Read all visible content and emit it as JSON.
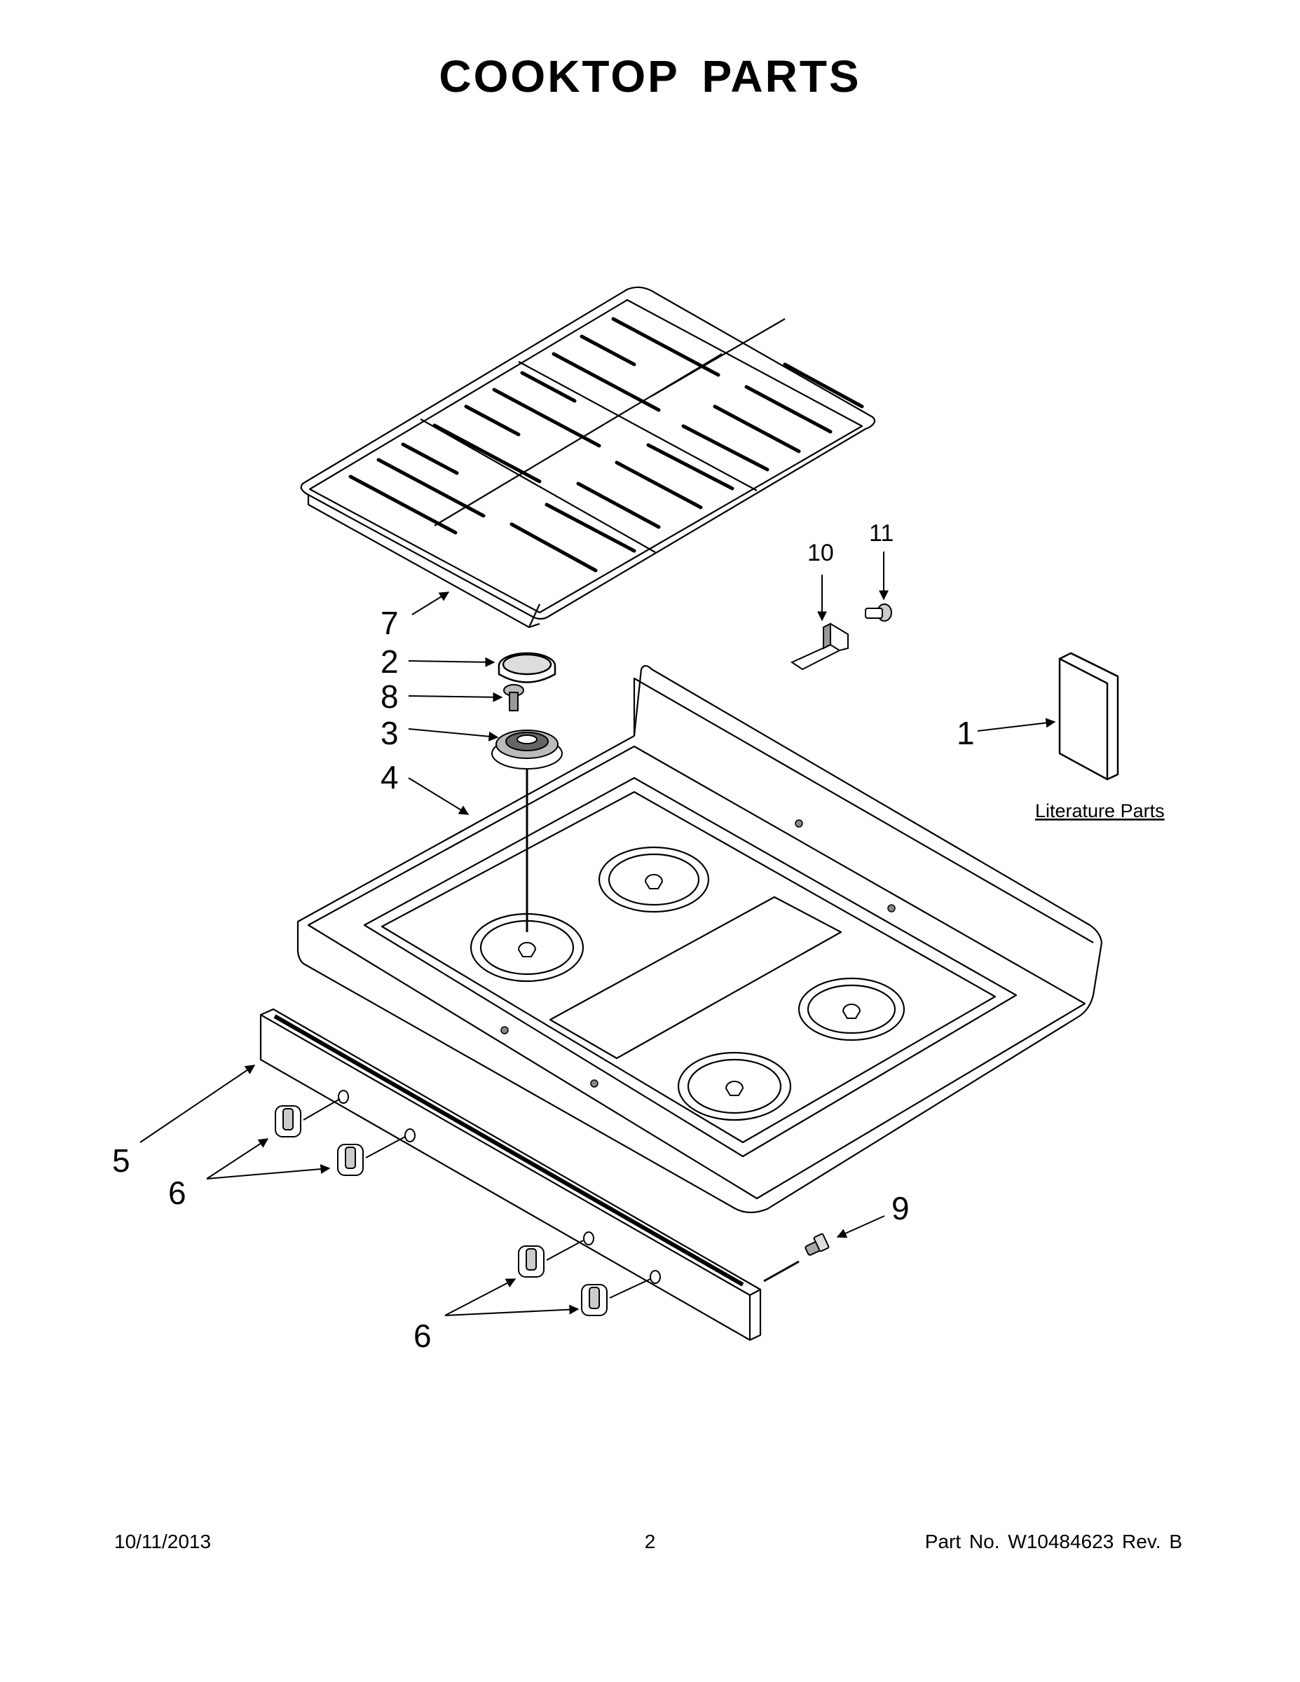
{
  "title": "COOKTOP PARTS",
  "callouts": {
    "c1": "1",
    "c2": "2",
    "c3": "3",
    "c4": "4",
    "c5": "5",
    "c6a": "6",
    "c6b": "6",
    "c7": "7",
    "c8": "8",
    "c9": "9",
    "c10": "10",
    "c11": "11"
  },
  "literature_label": "Literature Parts",
  "footer": {
    "date": "10/11/2013",
    "page": "2",
    "part_no": "Part No.  W10484623  Rev.  B"
  }
}
